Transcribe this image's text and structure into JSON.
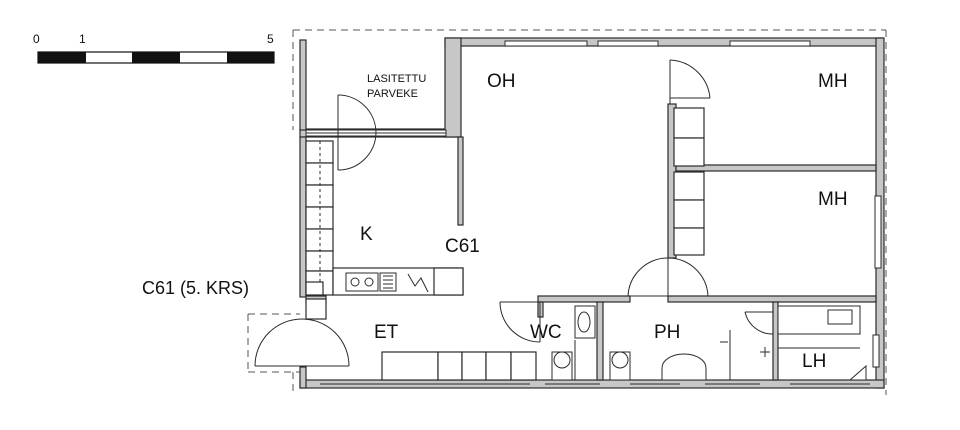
{
  "scale_bar": {
    "labels": [
      "0",
      "1",
      "5"
    ]
  },
  "apartment": {
    "code": "C61",
    "title": "C61 (5. KRS)"
  },
  "rooms": {
    "balcony_line1": "LASITETTU",
    "balcony_line2": "PARVEKE",
    "living": "OH",
    "bedroom_1": "MH",
    "bedroom_2": "MH",
    "kitchen": "K",
    "entrance": "ET",
    "wc": "WC",
    "bathroom": "PH",
    "storage": "LH"
  }
}
